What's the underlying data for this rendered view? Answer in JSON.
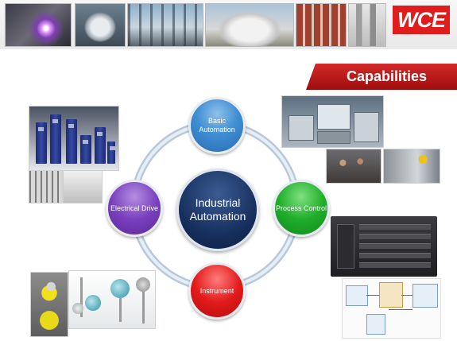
{
  "brand": {
    "logo_text": "WCE",
    "logo_color": "#e11c1c"
  },
  "section_label": "Capabilities",
  "diagram": {
    "center": "Industrial Automation",
    "nodes": {
      "basic": "Basic Automation",
      "process": "Process Control",
      "instrument": "Instrument",
      "electrical": "Electrical Drive"
    },
    "colors": {
      "basic": "#3f8ed2",
      "process": "#1fae2a",
      "instrument": "#e21b1b",
      "electrical": "#7a3fbf",
      "center": "#17305e"
    }
  },
  "icons": [
    "industrial-photo",
    "product-photo"
  ]
}
